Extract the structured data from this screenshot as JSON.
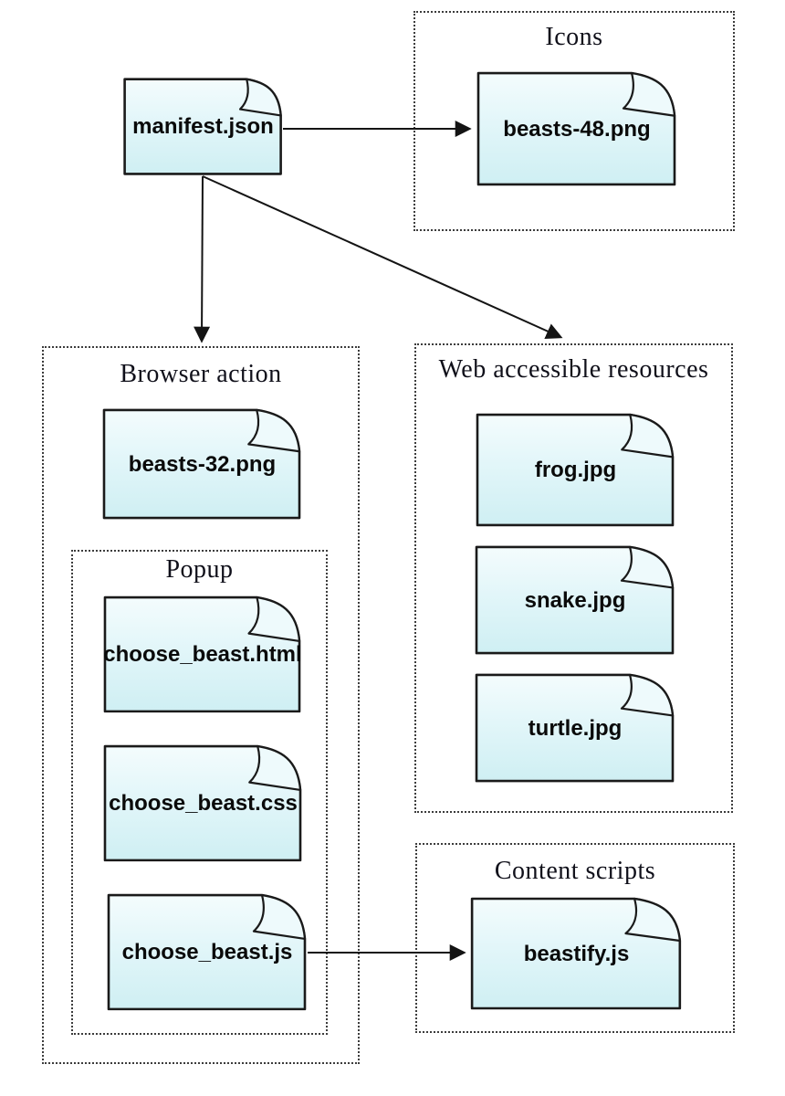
{
  "diagram": {
    "root": {
      "name": "manifest.json"
    },
    "groups": [
      {
        "key": "icons",
        "title": "Icons",
        "files": [
          {
            "name": "beasts-48.png"
          }
        ]
      },
      {
        "key": "browser_action",
        "title": "Browser action",
        "files": [
          {
            "name": "beasts-32.png"
          }
        ]
      },
      {
        "key": "popup",
        "title": "Popup",
        "files": [
          {
            "name": "choose_beast.html"
          },
          {
            "name": "choose_beast.css"
          },
          {
            "name": "choose_beast.js"
          }
        ]
      },
      {
        "key": "web_accessible_resources",
        "title": "Web accessible resources",
        "files": [
          {
            "name": "frog.jpg"
          },
          {
            "name": "snake.jpg"
          },
          {
            "name": "turtle.jpg"
          }
        ]
      },
      {
        "key": "content_scripts",
        "title": "Content scripts",
        "files": [
          {
            "name": "beastify.js"
          }
        ]
      }
    ],
    "connections": [
      {
        "from": "manifest.json",
        "to": "beasts-48.png"
      },
      {
        "from": "manifest.json",
        "to": "Browser action"
      },
      {
        "from": "manifest.json",
        "to": "Web accessible resources"
      },
      {
        "from": "choose_beast.js",
        "to": "beastify.js"
      }
    ],
    "colors": {
      "file_fill_top": "#f4fcfd",
      "file_fill_bottom": "#cfeff3",
      "file_flap": "#eefafc",
      "file_outline": "#1a1a1a",
      "dotted_border": "#3c3c3c",
      "title_text": "#10101a",
      "label_text": "#0a0a0a",
      "arrow": "#141414",
      "background": "#ffffff"
    }
  }
}
